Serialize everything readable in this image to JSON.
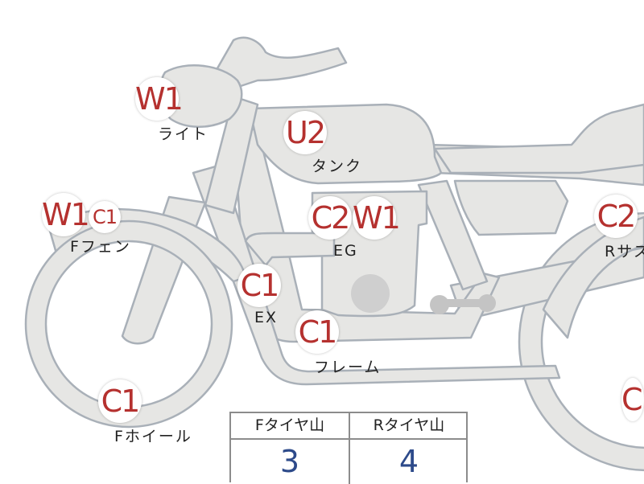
{
  "parts": [
    {
      "key": "light",
      "codes": [
        "W1"
      ],
      "label": "ライト"
    },
    {
      "key": "tank",
      "codes": [
        "U2"
      ],
      "label": "タンク"
    },
    {
      "key": "f-fender",
      "codes": [
        "W1",
        "C1"
      ],
      "label": "Fフェン"
    },
    {
      "key": "engine",
      "codes": [
        "C2",
        "W1"
      ],
      "label": "EG"
    },
    {
      "key": "exhaust",
      "codes": [
        "C1"
      ],
      "label": "EX"
    },
    {
      "key": "frame",
      "codes": [
        "C1"
      ],
      "label": "フレーム"
    },
    {
      "key": "f-wheel",
      "codes": [
        "C1"
      ],
      "label": "Fホイール"
    },
    {
      "key": "r-suspension",
      "codes": [
        "C2"
      ],
      "label": "Rサス"
    },
    {
      "key": "r-wheel",
      "codes": [
        "C"
      ],
      "label": ""
    }
  ],
  "tire_table": {
    "front_label": "Fタイヤ山",
    "rear_label": "Rタイヤ山",
    "front_value": "3",
    "rear_value": "4"
  },
  "colors": {
    "part_fill": "#e6e6e4",
    "part_stroke": "#a9b0b8",
    "code_text": "#b5312f",
    "value_text": "#2d4a8a"
  }
}
